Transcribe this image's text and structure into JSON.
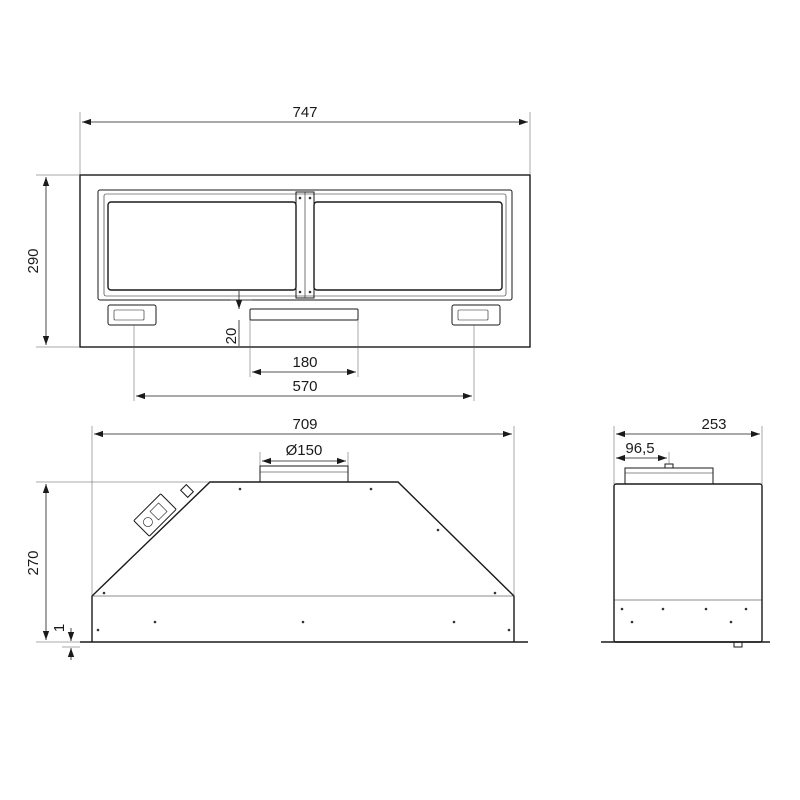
{
  "front_view": {
    "width": "747",
    "height": "290",
    "filter_gap": "20",
    "light_width": "180",
    "button_spacing": "570"
  },
  "side_view": {
    "width": "709",
    "height": "270",
    "outlet_diameter": "Ø150",
    "lip": "1"
  },
  "end_view": {
    "width": "253",
    "outlet_offset": "96,5"
  }
}
